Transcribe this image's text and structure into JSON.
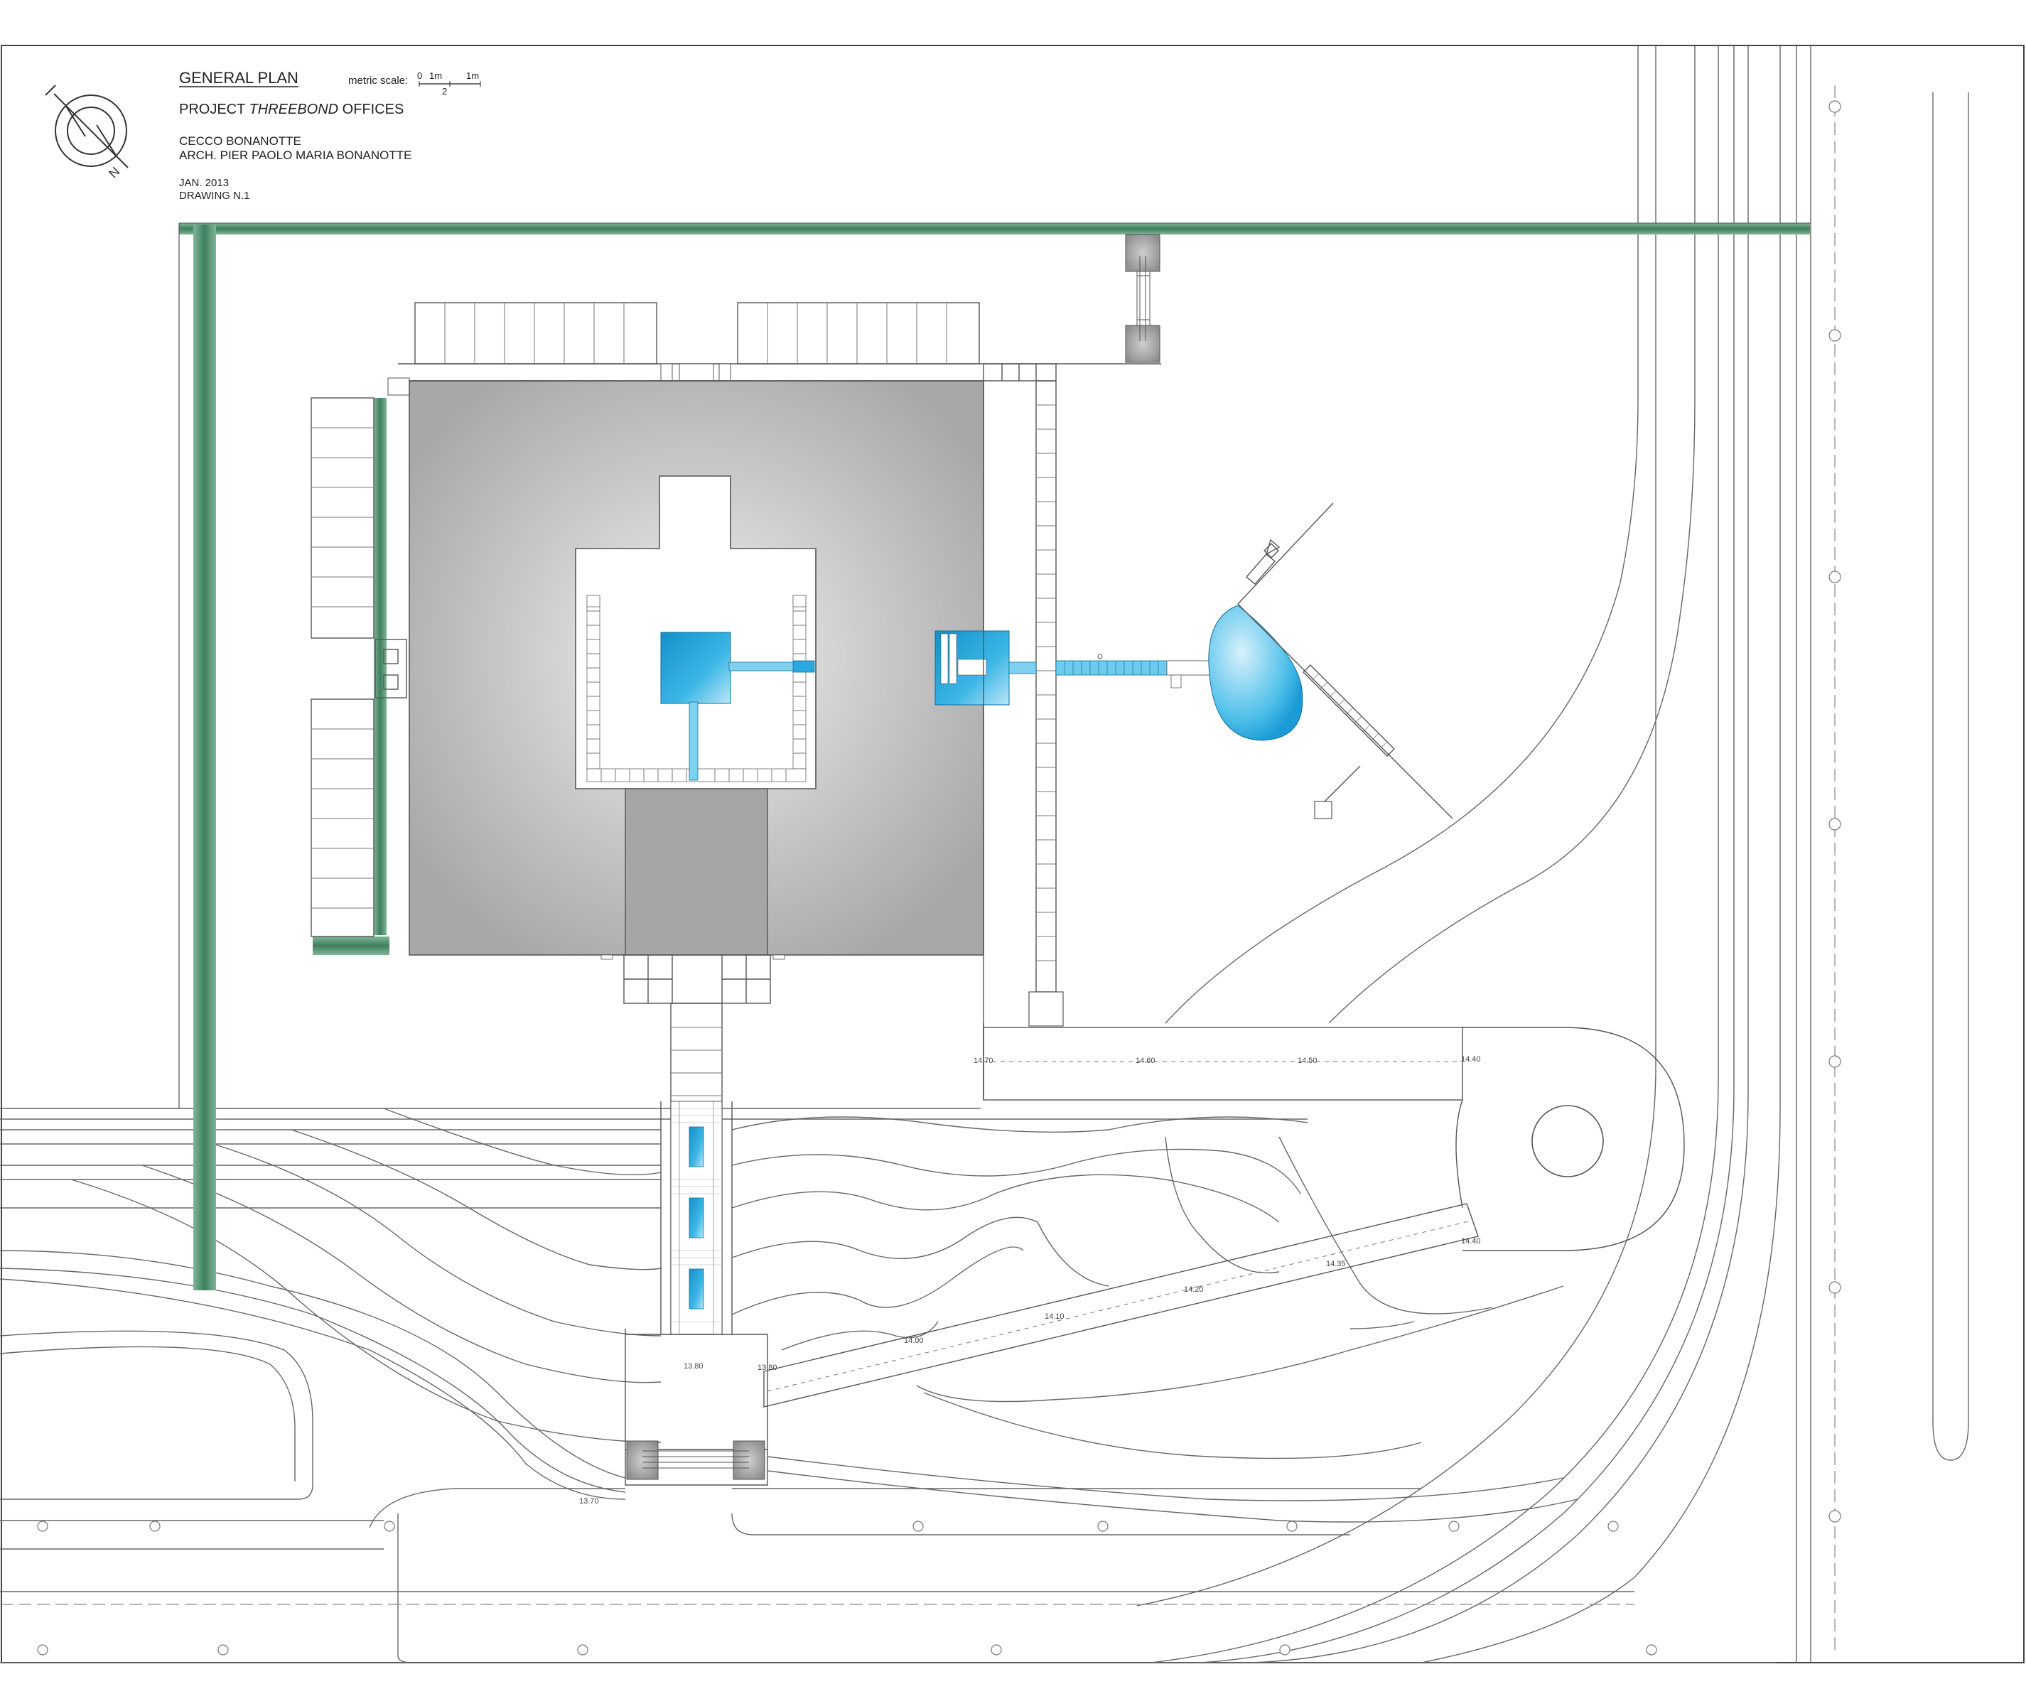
{
  "title_block": {
    "title": "GENERAL PLAN",
    "scale_label": "metric scale:",
    "scale_0": "0",
    "scale_1m_a": "1m",
    "scale_half": "2",
    "scale_1m_b": "1m",
    "project_prefix": "PROJECT ",
    "project_name": "THREEBOND",
    "project_suffix": " OFFICES",
    "author_1": "CECCO BONANOTTE",
    "author_2": "ARCH. PIER PAOLO MARIA BONANOTTE",
    "date": "JAN. 2013",
    "drawing_number": "DRAWING N.1"
  },
  "elevations": {
    "e1": "14.70",
    "e2": "14.60",
    "e3": "14.50",
    "e4": "14.40",
    "e5": "14.40",
    "e6": "14.35",
    "e7": "14.20",
    "e8": "14.10",
    "e9": "14.00",
    "e10": "13.80",
    "e11": "13.80",
    "e12": "13.70"
  },
  "colors": {
    "hedge": "#4a8a6a",
    "water": "#1fa6dc",
    "building": "#b0b0b0",
    "line": "#555555"
  },
  "icons": {
    "north_arrow": "compass-north-icon"
  }
}
